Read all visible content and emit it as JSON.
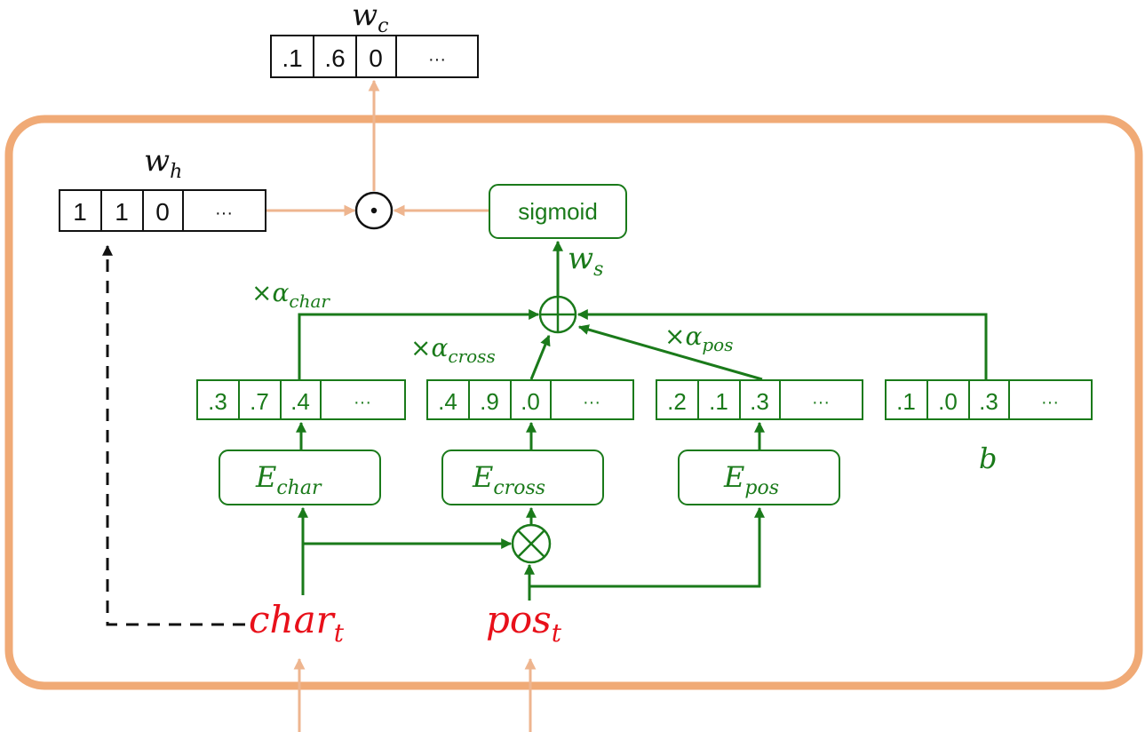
{
  "colors": {
    "orange": "#f0aa76",
    "orange_arrow": "#eeb58f",
    "green": "#1a7a1a",
    "red": "#e8101a",
    "black": "#111111"
  },
  "labels": {
    "w_c": {
      "base": "w",
      "sub": "c"
    },
    "w_h": {
      "base": "w",
      "sub": "h"
    },
    "w_s": {
      "base": "w",
      "sub": "s"
    },
    "sigmoid": "sigmoid",
    "alpha_char": {
      "prefix": "×α",
      "sub": "char"
    },
    "alpha_cross": {
      "prefix": "×α",
      "sub": "cross"
    },
    "alpha_pos": {
      "prefix": "×α",
      "sub": "pos"
    },
    "b": "b",
    "char_t": {
      "base": "char",
      "sub": "t"
    },
    "pos_t": {
      "base": "pos",
      "sub": "t"
    },
    "E_char": {
      "base": "E",
      "sub": "char"
    },
    "E_cross": {
      "base": "E",
      "sub": "cross"
    },
    "E_pos": {
      "base": "E",
      "sub": "pos"
    },
    "odot": "⊙",
    "oplus": "⊕",
    "otimes": "⊗"
  },
  "vectors": {
    "w_c": [
      ".1",
      ".6",
      "0",
      "···"
    ],
    "w_h": [
      "1",
      "1",
      "0",
      "···"
    ],
    "char_vec": [
      ".3",
      ".7",
      ".4",
      "···"
    ],
    "cross_vec": [
      ".4",
      ".9",
      ".0",
      "···"
    ],
    "pos_vec": [
      ".2",
      ".1",
      ".3",
      "···"
    ],
    "b_vec": [
      ".1",
      ".0",
      ".3",
      "···"
    ]
  }
}
